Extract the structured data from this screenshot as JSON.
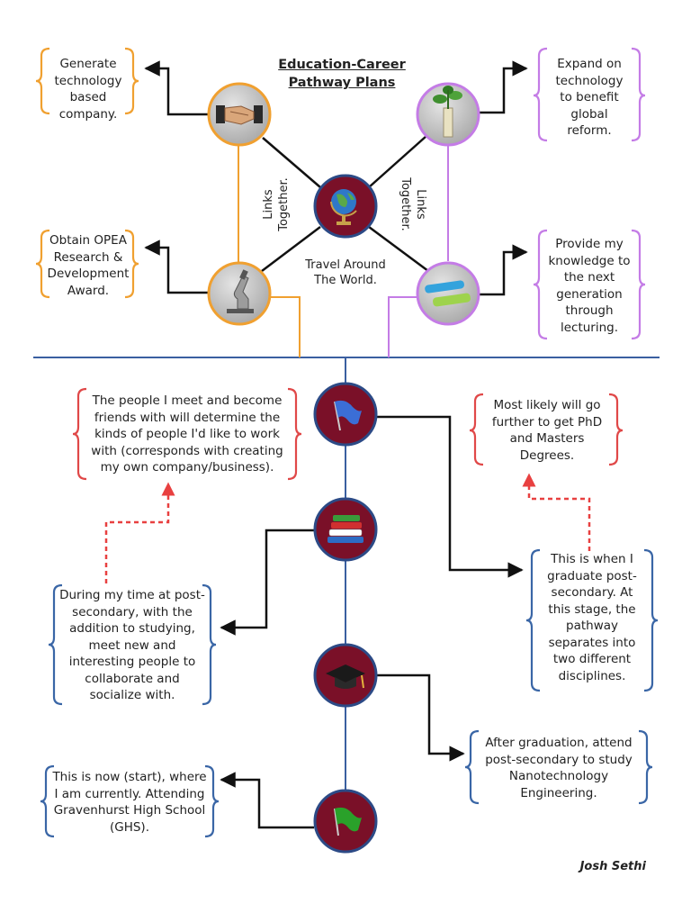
{
  "title": {
    "line1": "Education-Career",
    "line2": "Pathway Plans"
  },
  "center_label": {
    "line1": "Travel Around",
    "line2": "The World."
  },
  "links_left": {
    "line1": "Links",
    "line2": "Together."
  },
  "links_right": {
    "line1": "Links",
    "line2": "Together."
  },
  "top_boxes": {
    "company": "Generate technology based company.",
    "opea": "Obtain OPEA Research & Development Award.",
    "global": "Expand on technology to benefit global reform.",
    "lecturing": "Provide my knowledge to the next generation through lecturing."
  },
  "bottom_boxes": {
    "people": "The people I meet and become friends with will determine the kinds of people I'd like to work with (corresponds with creating my own company/business).",
    "phd": "Most likely will go further to get PhD and Masters Degrees.",
    "post_secondary_time": "During my time at post-secondary, with the addition to studying, meet new and interesting people to collaborate and socialize with.",
    "graduate": "This is when I graduate post-secondary. At this stage, the pathway separates into two different disciplines.",
    "after_graduation": "After graduation, attend post-secondary to study Nanotechnology Engineering.",
    "now": "This is now (start), where I am currently. Attending Gravenhurst High School (GHS)."
  },
  "signature": "Josh Sethi",
  "colors": {
    "orange": "#f0a030",
    "purple": "#c47ce6",
    "red": "#e04848",
    "blue": "#3a66a6",
    "node_fill": "#7a1028",
    "timeline": "#3a5fa0",
    "arrow": "#111111"
  },
  "icons": {
    "company": "handshake-icon",
    "global": "plant-icon",
    "center": "globe-icon",
    "opea": "microscope-icon",
    "lecturing": "chalk-icon",
    "finish": "blue-flag-icon",
    "study": "books-icon",
    "graduation": "graduation-cap-icon",
    "start": "green-flag-icon"
  }
}
